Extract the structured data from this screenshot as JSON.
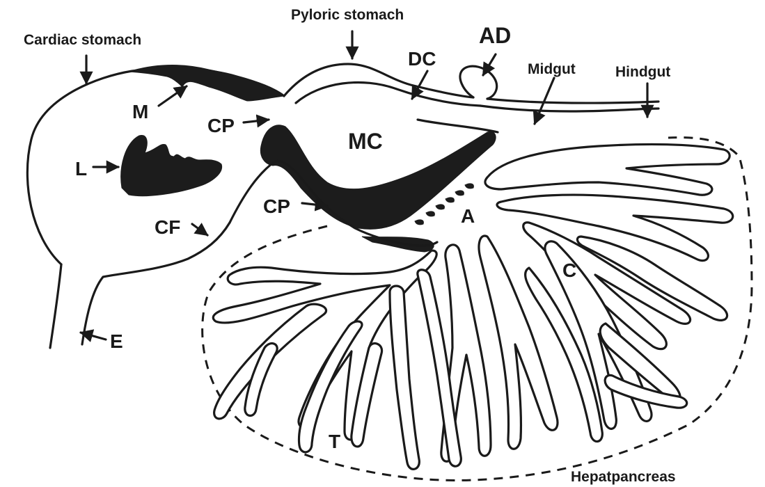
{
  "labels": {
    "cardiac_stomach": "Cardiac stomach",
    "pyloric_stomach": "Pyloric stomach",
    "dc": "DC",
    "ad": "AD",
    "midgut": "Midgut",
    "hindgut": "Hindgut",
    "m": "M",
    "cp_top": "CP",
    "mc": "MC",
    "l": "L",
    "cp_mid": "CP",
    "cf": "CF",
    "a": "A",
    "c": "C",
    "e": "E",
    "t": "T",
    "hepatopancreas": "Hepatpancreas"
  }
}
